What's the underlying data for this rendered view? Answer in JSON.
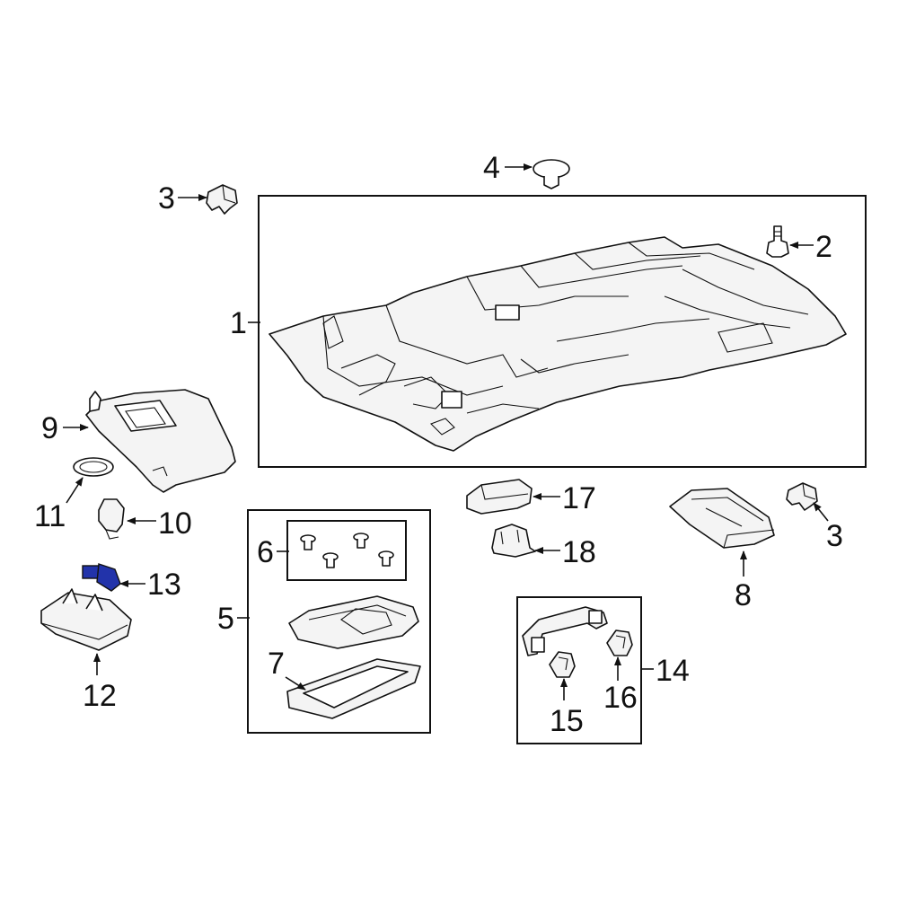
{
  "callouts": {
    "c1": "1",
    "c2": "2",
    "c3a": "3",
    "c3b": "3",
    "c4": "4",
    "c5": "5",
    "c6": "6",
    "c7": "7",
    "c8": "8",
    "c9": "9",
    "c10": "10",
    "c11": "11",
    "c12": "12",
    "c13": "13",
    "c14": "14",
    "c15": "15",
    "c16": "16",
    "c17": "17",
    "c18": "18"
  },
  "colors": {
    "line": "#111111",
    "fill": "#f4f4f4",
    "highlight": "#2233aa"
  },
  "highlighted_part": "13"
}
